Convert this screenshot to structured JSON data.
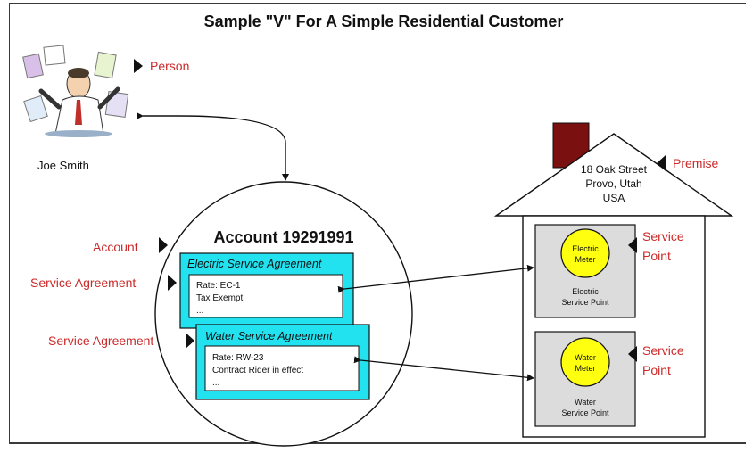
{
  "title": "Sample \"V\" For A Simple Residential Customer",
  "person": {
    "label": "Person",
    "name": "Joe Smith"
  },
  "account": {
    "label": "Account",
    "title": "Account 19291991"
  },
  "agreements": [
    {
      "callout": "Service Agreement",
      "title": "Electric Service Agreement",
      "lines": [
        "Rate: EC-1",
        "Tax Exempt",
        "..."
      ]
    },
    {
      "callout": "Service Agreement",
      "title": "Water Service Agreement",
      "lines": [
        "Rate: RW-23",
        "Contract Rider in effect",
        "..."
      ]
    }
  ],
  "premise": {
    "label": "Premise",
    "address": [
      "18 Oak Street",
      "Provo, Utah",
      "USA"
    ]
  },
  "service_points": [
    {
      "callout": [
        "Service",
        "Point"
      ],
      "meter": [
        "Electric",
        "Meter"
      ],
      "caption": [
        "Electric",
        "Service Point"
      ]
    },
    {
      "callout": [
        "Service",
        "Point"
      ],
      "meter": [
        "Water",
        "Meter"
      ],
      "caption": [
        "Water",
        "Service Point"
      ]
    }
  ],
  "colors": {
    "callout_red": "#cc2a2a",
    "agreement_cyan": "#22e2f0",
    "meter_yellow": "#ffff10",
    "chimney": "#7a1010",
    "sp_gray": "#dcdcdc"
  }
}
